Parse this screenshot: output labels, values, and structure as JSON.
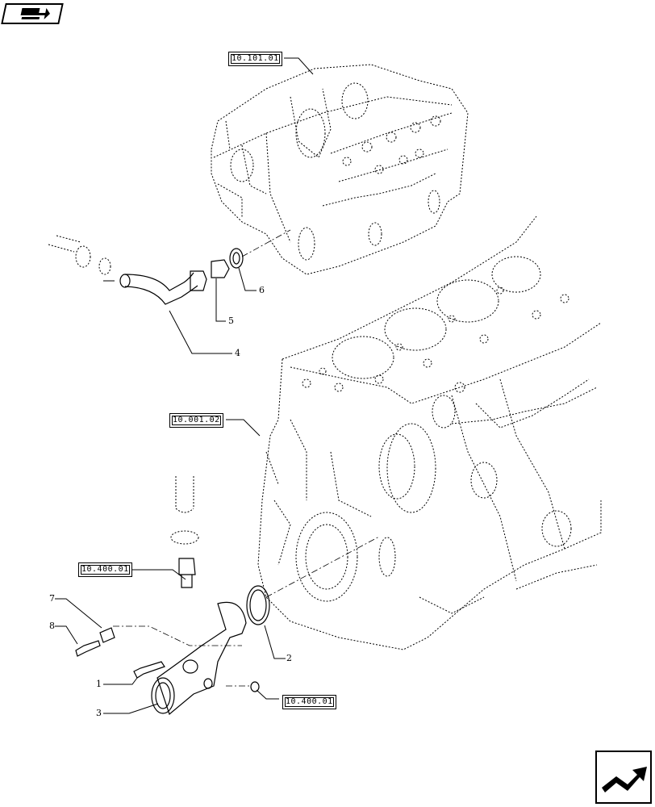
{
  "icons": {
    "top_left": "book-arrow-icon",
    "bottom_right": "navigation-arrow-icon"
  },
  "refs": {
    "top_block": "10.101.01",
    "main_block": "10.001.02",
    "left_fitting": "10.400.01",
    "right_fitting": "10.400.01"
  },
  "callouts": {
    "c1": "1",
    "c2": "2",
    "c3": "3",
    "c4": "4",
    "c5": "5",
    "c6": "6",
    "c7": "7",
    "c8": "8"
  }
}
